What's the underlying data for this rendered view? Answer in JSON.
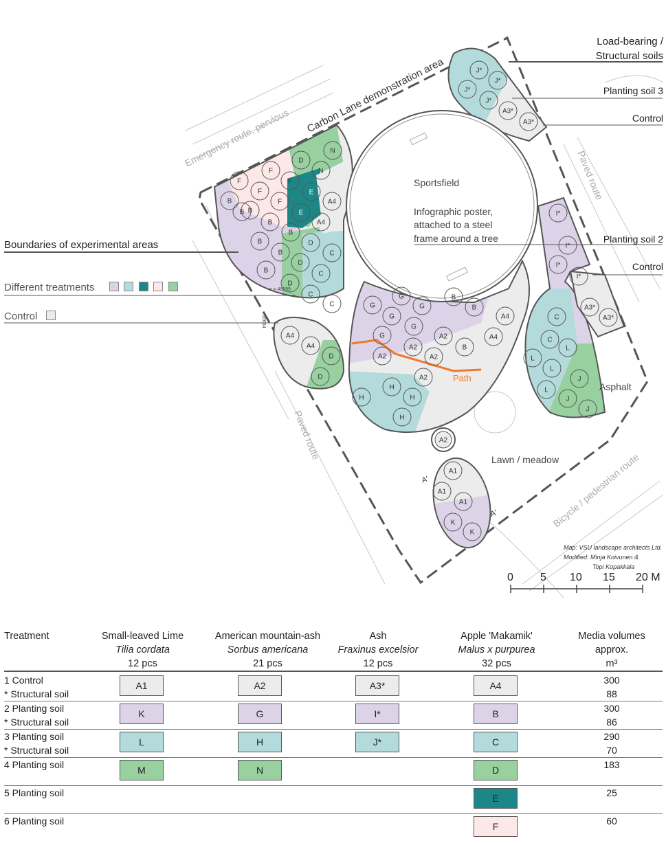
{
  "colors": {
    "control": "#ececec",
    "treatment_2": "#ddd3e9",
    "treatment_3": "#b4dbdb",
    "treatment_4": "#99d0a0",
    "treatment_5": "#1d8787",
    "treatment_6": "#fde8e8",
    "path": "#f0782e"
  },
  "map": {
    "area_title": "Carbon Lane demonstration area",
    "emergency_route": "Emergency route, pervious",
    "sportsfield": "Sportsfield",
    "poster_line1": "Infographic poster,",
    "poster_line2": "attached to a steel",
    "poster_line3": "frame around a tree",
    "paved_route_right": "Paved route",
    "paved_route_left": "Paved route",
    "asphalt": "Asphalt",
    "path": "Path",
    "lawn": "Lawn / meadow",
    "bicycle": "Bicycle / pedestrian route",
    "coord1": "x = 48099",
    "coord2": "16634",
    "section_a": "A'",
    "section_b": "A'"
  },
  "legend_right": {
    "load_bearing_1": "Load-bearing /",
    "load_bearing_2": "Structural soils",
    "planting_soil_3": "Planting soil 3",
    "control_1": "Control",
    "planting_soil_2": "Planting soil 2",
    "control_2": "Control"
  },
  "legend_left": {
    "boundaries": "Boundaries of experimental areas",
    "treatments": "Different treatments",
    "control": "Control"
  },
  "credit": {
    "line1": "Map: VSU landscape architects Ltd.",
    "line2": "Modified: Minja Koivunen &",
    "line3": "Topi Kopakkala"
  },
  "scale": {
    "t0": "0",
    "t5": "5",
    "t10": "10",
    "t15": "15",
    "t20": "20 M"
  },
  "table": {
    "header": {
      "treatment": "Treatment",
      "lime_name": "Small-leaved Lime",
      "lime_latin": "Tilia cordata",
      "lime_count": "12 pcs",
      "ash_m_name": "American mountain-ash",
      "ash_m_latin": "Sorbus americana",
      "ash_m_count": "21 pcs",
      "ash_name": "Ash",
      "ash_latin": "Fraxinus excelsior",
      "ash_count": "12 pcs",
      "apple_name": "Apple 'Makamik'",
      "apple_latin": "Malus x purpurea",
      "apple_count": "32 pcs",
      "media_1": "Media volumes",
      "media_2": "approx.",
      "media_3": "m³"
    },
    "rows": [
      {
        "line1": "1 Control",
        "line2": "* Structural soil",
        "lime": "A1",
        "mash": "A2",
        "ash": "A3*",
        "apple": "A4",
        "vol1": "300",
        "vol2": "88"
      },
      {
        "line1": "2 Planting soil",
        "line2": "* Structural soil",
        "lime": "K",
        "mash": "G",
        "ash": "I*",
        "apple": "B",
        "vol1": "300",
        "vol2": "86"
      },
      {
        "line1": "3 Planting soil",
        "line2": "* Structural soil",
        "lime": "L",
        "mash": "H",
        "ash": "J*",
        "apple": "C",
        "vol1": "290",
        "vol2": "70"
      },
      {
        "line1": "4 Planting soil",
        "lime": "M",
        "mash": "N",
        "apple": "D",
        "vol1": "183"
      },
      {
        "line1": "5 Planting soil",
        "apple": "E",
        "vol1": "25"
      },
      {
        "line1": "6 Planting soil",
        "apple": "F",
        "vol1": "60"
      }
    ]
  },
  "trees": {
    "nw": [
      "F",
      "F",
      "F",
      "F",
      "F",
      "D",
      "N",
      "N",
      "E",
      "E",
      "B",
      "B",
      "B",
      "B",
      "B",
      "B",
      "B",
      "B",
      "D",
      "D",
      "D",
      "C",
      "C",
      "C",
      "C",
      "A4",
      "A4"
    ],
    "ne": [
      "J*",
      "J*",
      "J*",
      "J*",
      "A3*",
      "A3*"
    ],
    "small_w": [
      "A4",
      "A4",
      "D",
      "D"
    ],
    "center": [
      "G",
      "G",
      "G",
      "G",
      "G",
      "G",
      "B",
      "B",
      "B",
      "A2",
      "A2",
      "A2",
      "A2",
      "A2",
      "H",
      "H",
      "H",
      "H",
      "A4",
      "A4"
    ],
    "east": [
      "I*",
      "I*",
      "I*",
      "I*",
      "A3*",
      "A3*",
      "C",
      "C",
      "L",
      "L",
      "L",
      "L",
      "J",
      "J",
      "J"
    ],
    "south": [
      "A2",
      "A1",
      "A1",
      "A1",
      "K",
      "K"
    ]
  }
}
